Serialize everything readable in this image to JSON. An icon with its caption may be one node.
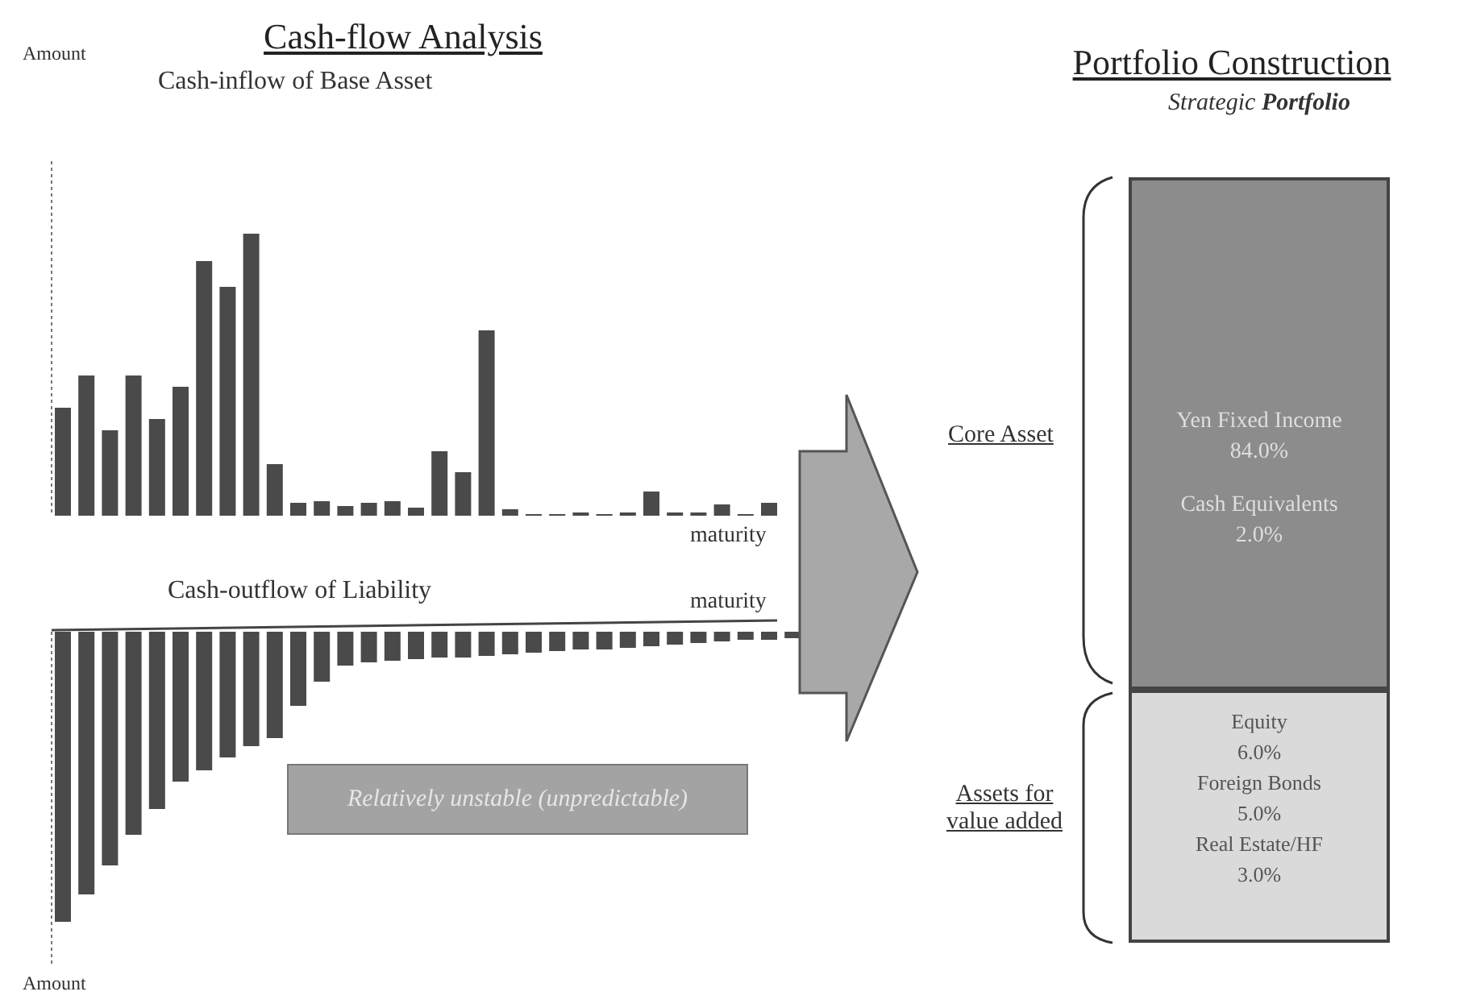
{
  "diagram": {
    "nodes": [
      {
        "text": [
          "Cash-flow Analysis"
        ]
      },
      {
        "text": [
          "Relatively unstable (unpredictable)"
        ],
        "in": 0
      },
      {
        "text": [
          "Portfolio Construction"
        ]
      },
      {
        "text": [
          "Yen Fixed Income",
          "84.0%",
          "Cash Equivalents",
          "2.0%"
        ],
        "in": 2
      },
      {
        "text": [
          "Equity",
          "6.0%",
          "Foreign Bonds",
          "5.0%",
          "Real Estate/HF",
          "3.0%"
        ],
        "in": 2
      }
    ],
    "edges": [
      {
        "from": 0,
        "to": 2,
        "arrow": "to"
      }
    ],
    "labels": [
      "Amount",
      "Cash-inflow of Base Asset",
      "maturity",
      "Cash-outflow of Liability",
      "maturity",
      "Amount",
      "Strategic **Portfolio**",
      "Core Asset",
      "Assets for value added"
    ]
  }
}
